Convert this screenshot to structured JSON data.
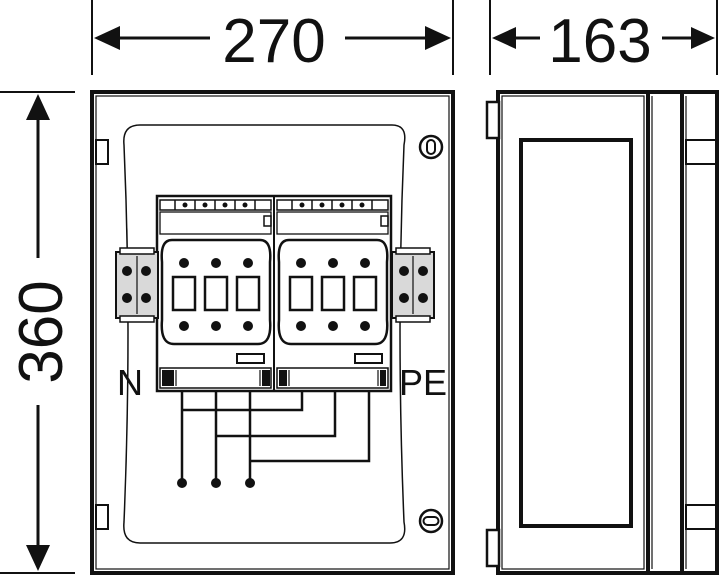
{
  "dimensions": {
    "width": "270",
    "depth": "163",
    "height": "360"
  },
  "labels": {
    "neutral": "N",
    "protective_earth": "PE"
  },
  "colors": {
    "line": "#111111",
    "background": "#ffffff",
    "terminal_fill": "#d9d9d9"
  }
}
